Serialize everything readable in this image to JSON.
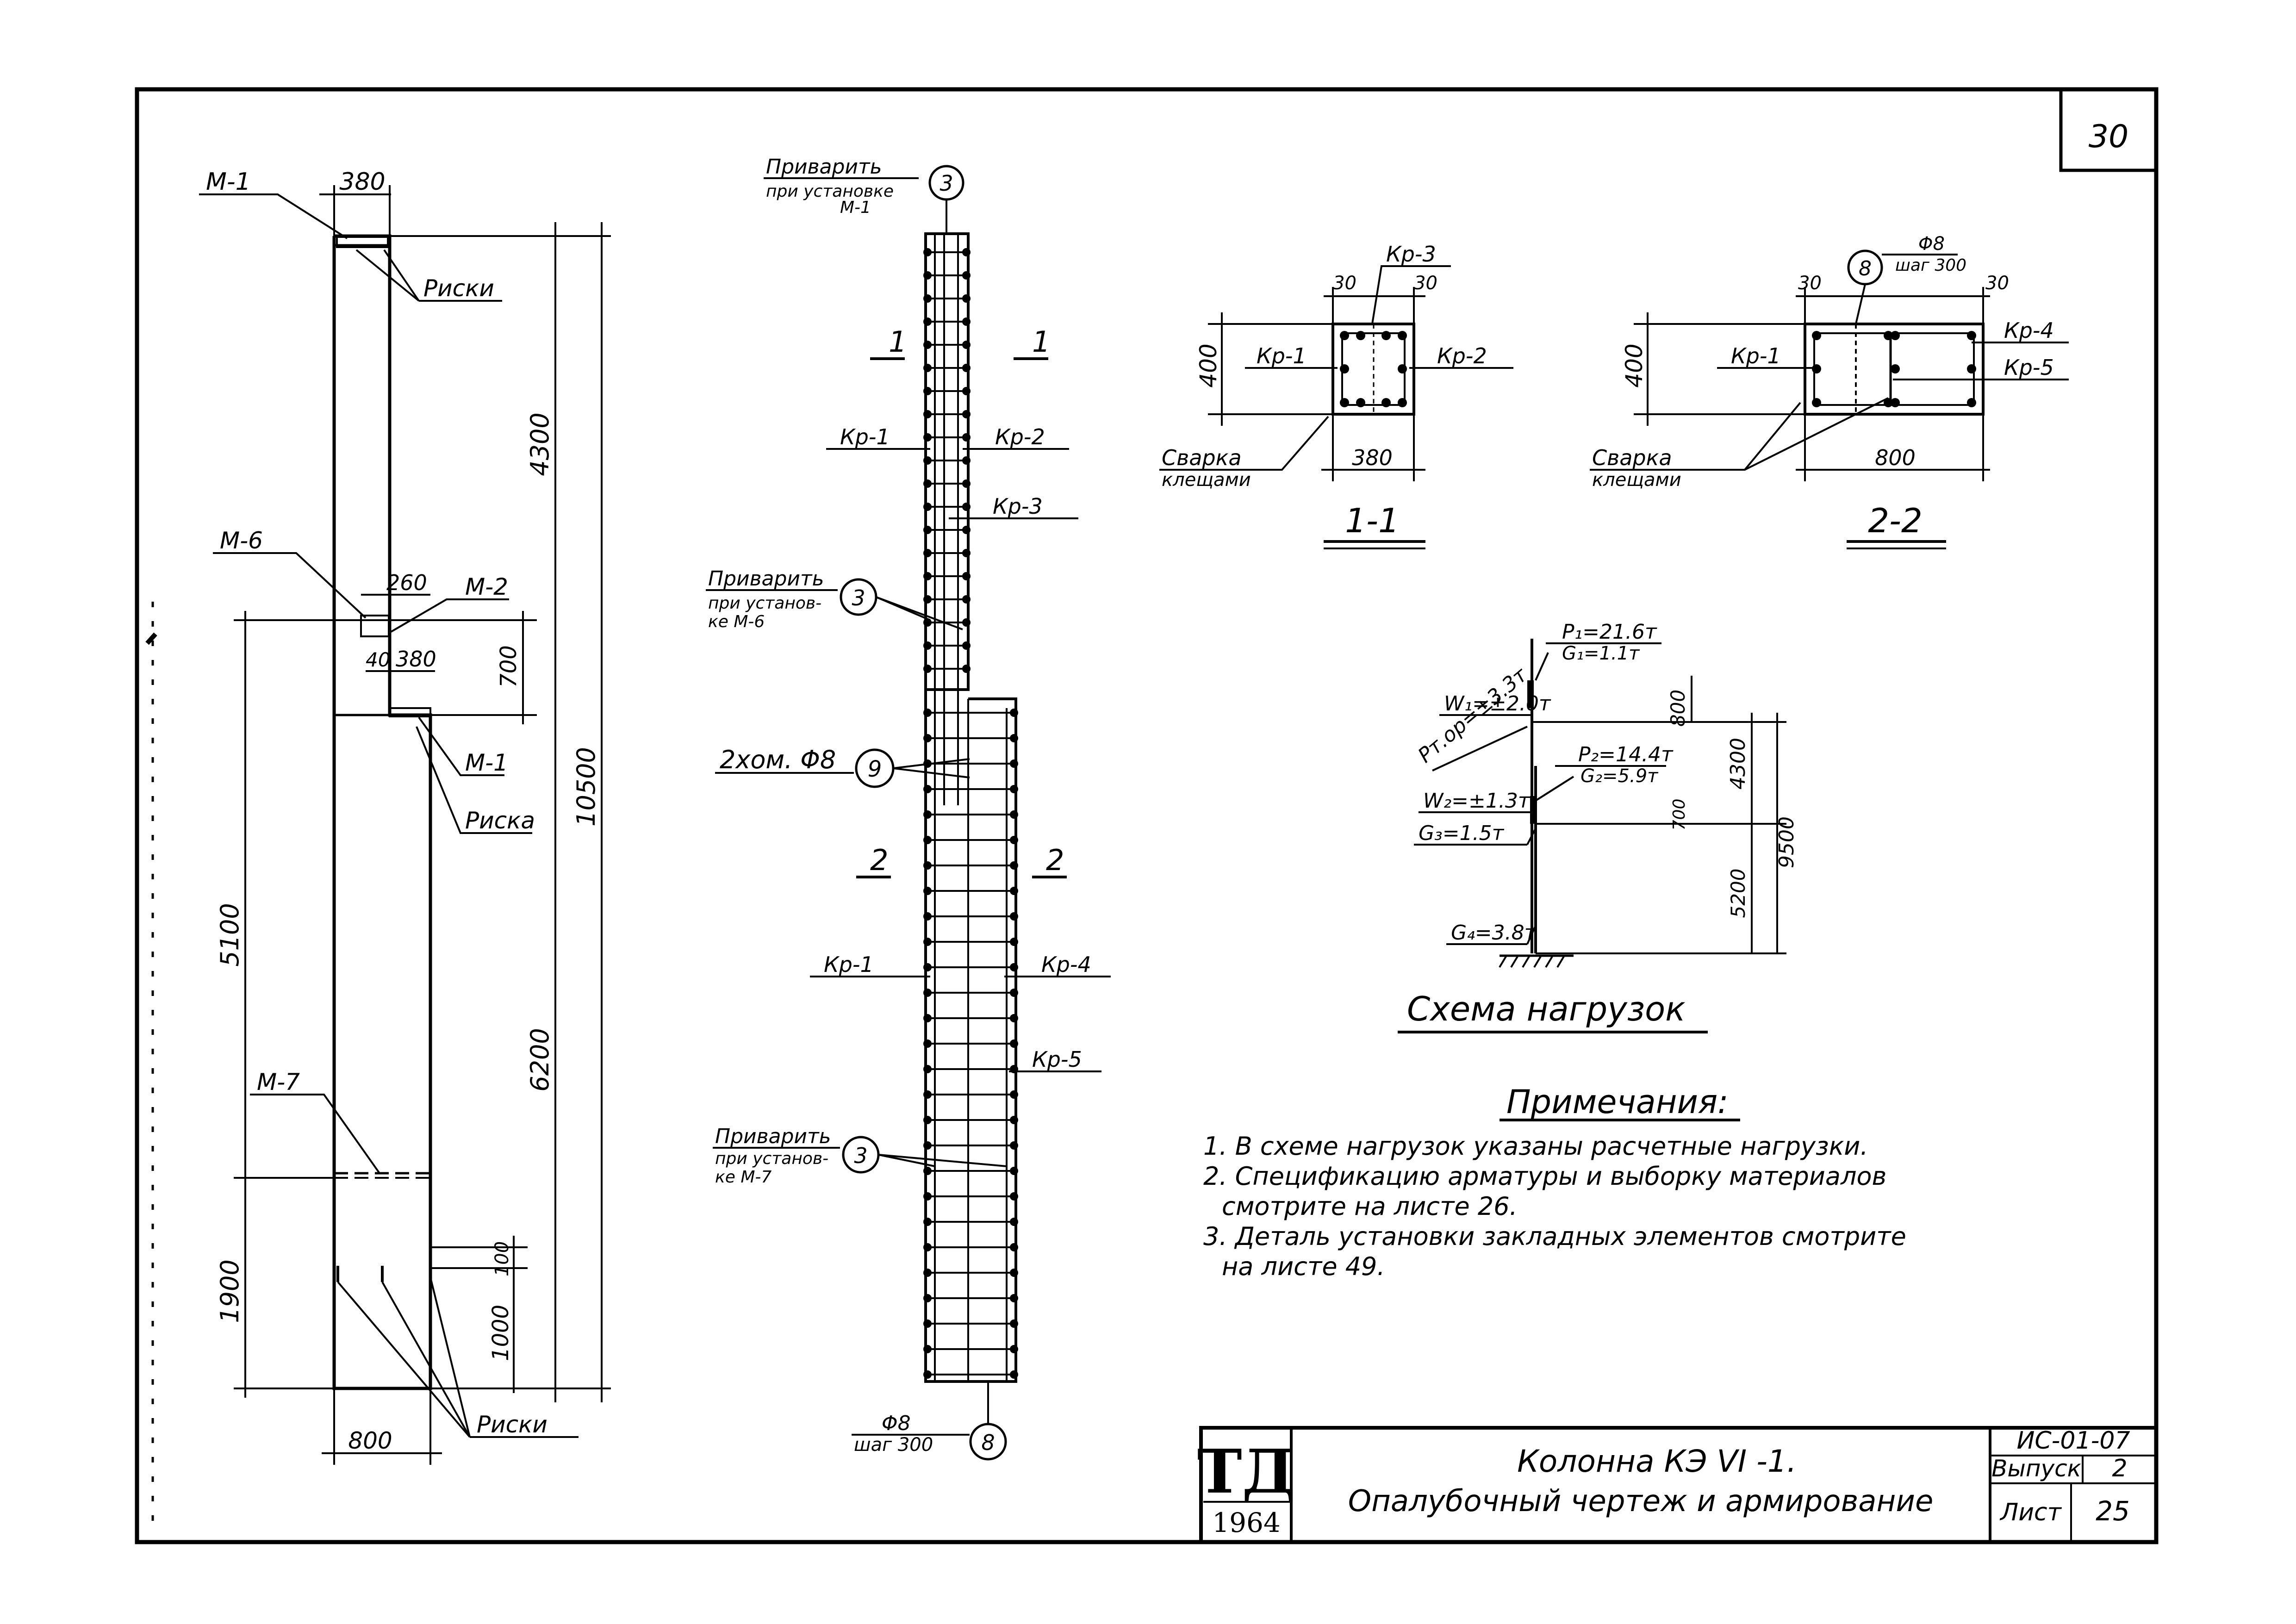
{
  "sheet": {
    "corner_number": "30",
    "labels": {
      "m1": "М-1",
      "m2": "М-2",
      "m6": "М-6",
      "m7": "М-7",
      "m1b": "М-1",
      "riski_top": "Риски",
      "riska": "Риска",
      "riski_bottom": "Риски",
      "dim_380_top": "380",
      "dim_260": "260",
      "dim_40": "40",
      "dim_380_mid": "380",
      "dim_4300": "4300",
      "dim_700": "700",
      "dim_10500": "10500",
      "dim_5100": "5100",
      "dim_6200": "6200",
      "dim_1900": "1900",
      "dim_100": "100",
      "dim_1000": "1000",
      "dim_800": "800"
    },
    "rebar": {
      "weld1_line1": "Приварить",
      "weld1_line2": "при установке",
      "weld1_line3": "М-1",
      "weld1_circle": "3",
      "weld2_line1": "Приварить",
      "weld2_line2": "при установ-",
      "weld2_line3": "ке М-6",
      "weld2_circle": "3",
      "clamps": "2хом. Φ8",
      "clamps_circle": "9",
      "weld3_line1": "Приварить",
      "weld3_line2": "при установ-",
      "weld3_line3": "ке М-7",
      "weld3_circle": "3",
      "sec1_left": "1",
      "sec1_right": "1",
      "sec2_left": "2",
      "sec2_right": "2",
      "kr1_top": "Кр-1",
      "kr2_top": "Кр-2",
      "kr3_top": "Кр-3",
      "kr1_bottom": "Кр-1",
      "kr4": "Кр-4",
      "kr5": "Кр-5",
      "bottom_phi": "Φ8",
      "bottom_step": "шаг 300",
      "bottom_circle": "8"
    },
    "section11": {
      "kr3": "Кр-3",
      "d30a": "30",
      "d30b": "30",
      "d400": "400",
      "kr1": "Кр-1",
      "kr2": "Кр-2",
      "weld1": "Сварка",
      "weld2": "клещами",
      "d380": "380",
      "title": "1-1"
    },
    "section22": {
      "d30a": "30",
      "circle": "8",
      "phi": "Φ8",
      "step": "шаг 300",
      "d30b": "30",
      "d400": "400",
      "kr1": "Кр-1",
      "kr4": "Кр-4",
      "kr5": "Кр-5",
      "weld1": "Сварка",
      "weld2": "клещами",
      "d800": "800",
      "title": "2-2"
    },
    "loads": {
      "p1": "P₁=21.6т",
      "g1": "G₁=1.1т",
      "w1": "W₁=±2.0т",
      "d800": "800",
      "ptop": "Pт.ор=±3.3т",
      "p2": "P₂=14.4т",
      "g2": "G₂=5.9т",
      "w2": "W₂=±1.3т",
      "d4300": "4300",
      "d700": "700",
      "g3": "G₃=1.5т",
      "d9500": "9500",
      "d5200": "5200",
      "g4": "G₄=3.8т",
      "title": "Схема нагрузок"
    },
    "notes": {
      "title": "Примечания:",
      "n1": "1. В схеме нагрузок указаны расчетные нагрузки.",
      "n2a": "2. Спецификацию арматуры и выборку материалов",
      "n2b": "смотрите на листе 26.",
      "n3a": "3. Деталь установки закладных элементов смотрите",
      "n3b": "на листе 49."
    },
    "title_block": {
      "logo": "ТД",
      "year": "1964",
      "line1": "Колонна КЭ VI -1.",
      "line2": "Опалубочный чертеж и армирование",
      "code": "ИС-01-07",
      "issue_label": "Выпуск",
      "issue_value": "2",
      "sheet_label": "Лист",
      "sheet_value": "25"
    }
  }
}
